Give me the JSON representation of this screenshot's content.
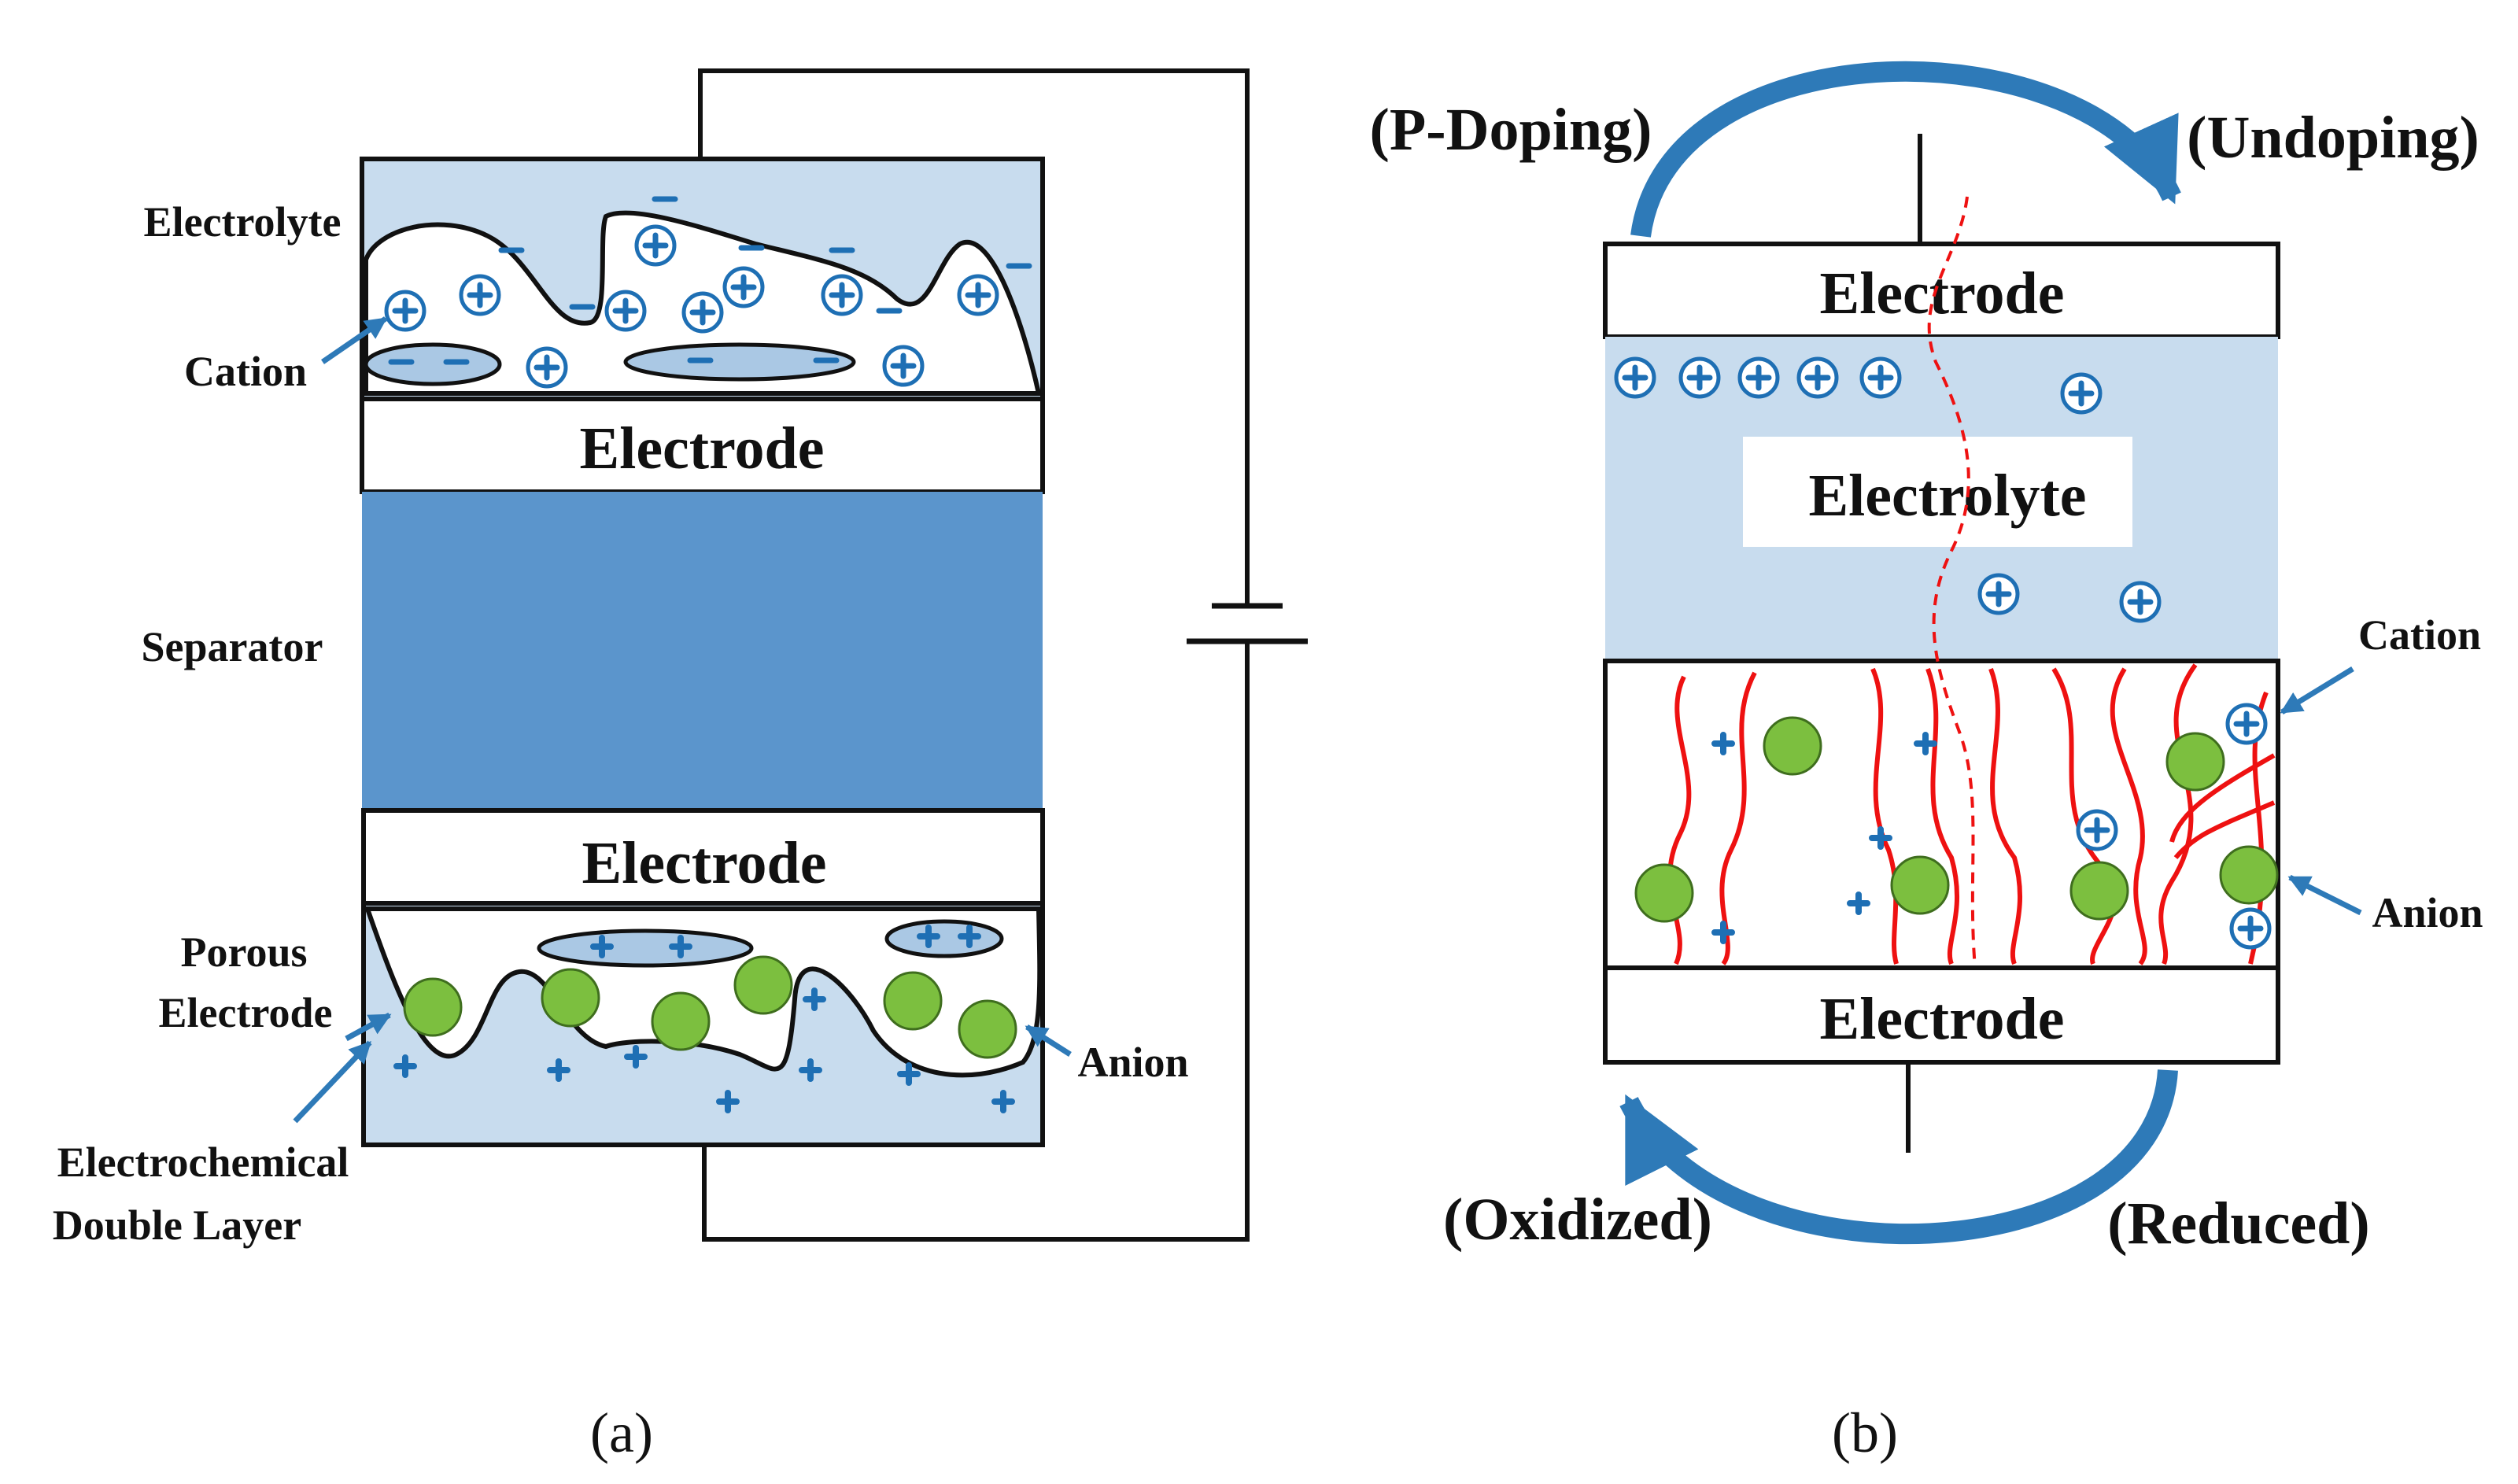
{
  "panel_a": {
    "caption": "(a)",
    "electrode_top": "Electrode",
    "electrode_bottom": "Electrode",
    "electrolyte": "Electrolyte",
    "cation": "Cation",
    "separator": "Separator",
    "porous_electrode_line1": "Porous",
    "porous_electrode_line2": "Electrode",
    "anion": "Anion",
    "edl_line1": "Electrochemical",
    "edl_line2": "Double Layer"
  },
  "panel_b": {
    "caption": "(b)",
    "p_doping": "(P-Doping)",
    "undoping": "(Undoping)",
    "electrode_top": "Electrode",
    "electrolyte": "Electrolyte",
    "cation": "Cation",
    "anion": "Anion",
    "electrode_bottom": "Electrode",
    "oxidized": "(Oxidized)",
    "reduced": "(Reduced)"
  },
  "colors": {
    "electrolyte_light": "#c8dcee",
    "separator": "#5b95cc",
    "ion_blue": "#1e6fb4",
    "anion_green": "#7cbf3f",
    "polymer_red": "#ee1111",
    "arrow_blue": "#2e7ab8"
  }
}
